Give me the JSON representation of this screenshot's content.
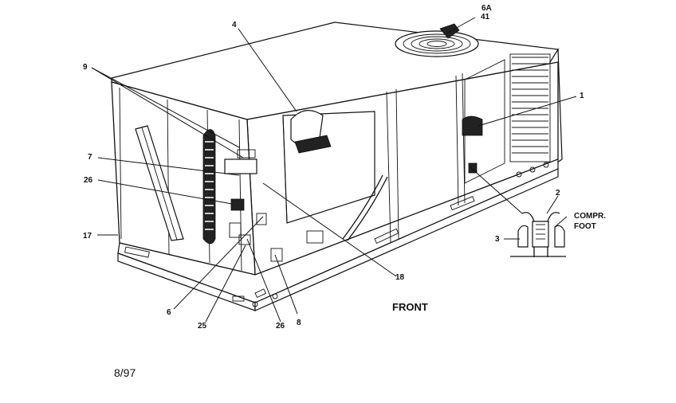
{
  "labels": {
    "l_6a": "6A",
    "l_41": "41",
    "l_4": "4",
    "l_9": "9",
    "l_1": "1",
    "l_7": "7",
    "l_26a": "26",
    "l_17": "17",
    "l_2": "2",
    "l_3": "3",
    "l_compr": "COMPR.",
    "l_foot": "FOOT",
    "l_18": "18",
    "l_6": "6",
    "l_25": "25",
    "l_26b": "26",
    "l_8": "8",
    "front": "FRONT",
    "date": "8/97"
  }
}
